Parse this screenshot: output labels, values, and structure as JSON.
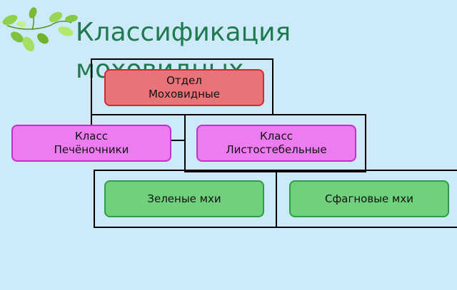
{
  "title": {
    "line1": "Классификация",
    "line2": "моховидных"
  },
  "nodes": {
    "division": {
      "line1": "Отдел",
      "line2": "Моховидные"
    },
    "class_liverworts": {
      "line1": "Класс",
      "line2": "Печёночники"
    },
    "class_leafy": {
      "line1": "Класс",
      "line2": "Листостебельные"
    },
    "green_mosses": {
      "line1": "Зеленые мхи"
    },
    "sphagnum_mosses": {
      "line1": "Сфагновые мхи"
    }
  },
  "colors": {
    "background": "#cdeafb",
    "title": "#1f7a4d",
    "division_fill": "#e8747a",
    "class_fill": "#ec7cf0",
    "moss_fill": "#6fd17c",
    "connector": "#000000"
  },
  "decoration": {
    "icon": "green-leaves-icon"
  }
}
